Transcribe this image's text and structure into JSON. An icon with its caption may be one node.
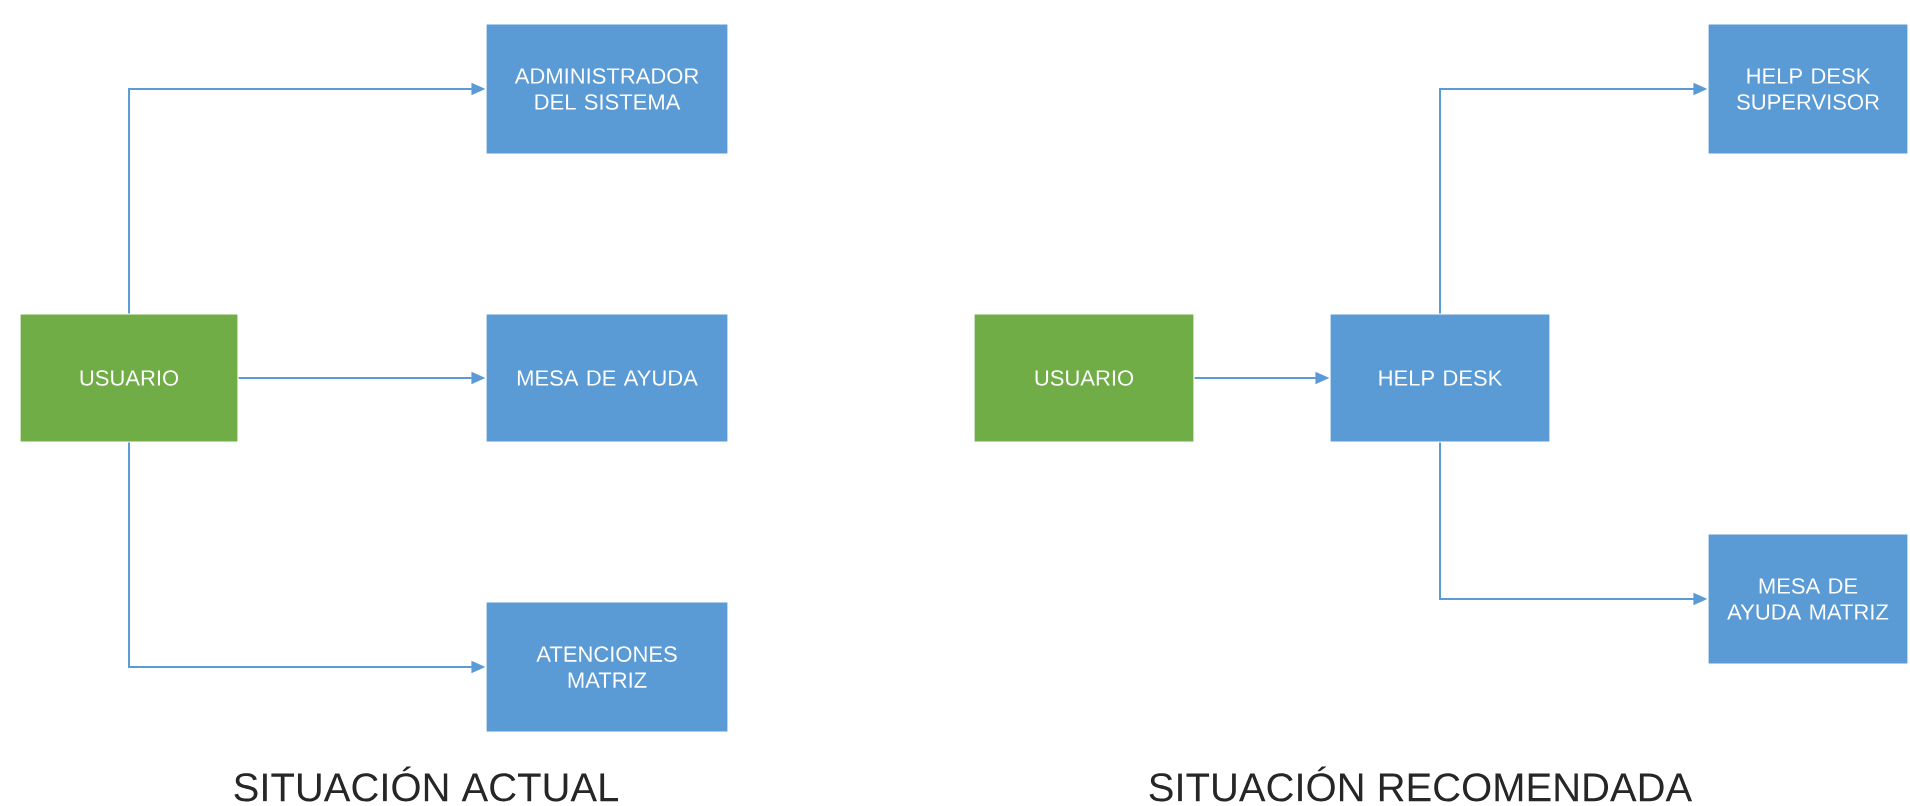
{
  "diagram": {
    "nodes": [
      {
        "text": [
          "USUARIO"
        ]
      },
      {
        "text": [
          "ADMINISTRADOR DEL SISTEMA"
        ]
      },
      {
        "text": [
          "MESA DE AYUDA"
        ]
      },
      {
        "text": [
          "ATENCIONES MATRIZ"
        ]
      },
      {
        "text": [
          "USUARIO"
        ]
      },
      {
        "text": [
          "HELP DESK"
        ]
      },
      {
        "text": [
          "HELP DESK SUPERVISOR"
        ]
      },
      {
        "text": [
          "MESA DE AYUDA MATRIZ"
        ]
      }
    ],
    "edges": [
      {
        "from": 0,
        "to": 1,
        "arrow": "to"
      },
      {
        "from": 0,
        "to": 2,
        "arrow": "to"
      },
      {
        "from": 0,
        "to": 3,
        "arrow": "to"
      },
      {
        "from": 4,
        "to": 5,
        "arrow": "to"
      },
      {
        "from": 5,
        "to": 6,
        "arrow": "to"
      },
      {
        "from": 5,
        "to": 7,
        "arrow": "to"
      }
    ],
    "labels": [
      "SITUACIÓN ACTUAL",
      "SITUACIÓN RECOMENDADA"
    ]
  }
}
